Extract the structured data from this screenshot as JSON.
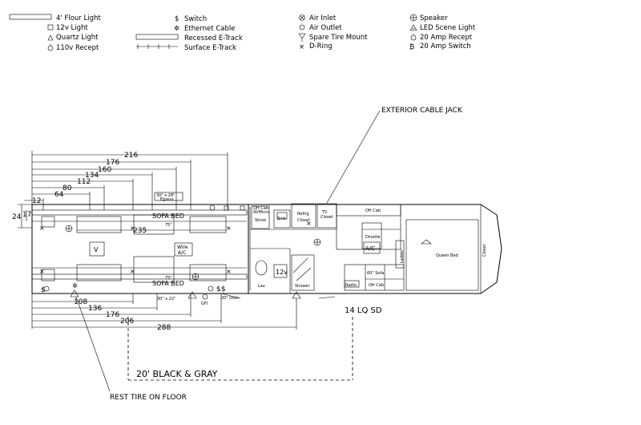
{
  "legend": {
    "col1": [
      "4' Flour Light",
      "12v Light",
      "Quartz Light",
      "110v Recept"
    ],
    "col2": [
      "Switch",
      "Ethernet Cable",
      "Recessed E-Track",
      "Surface E-Track"
    ],
    "col3": [
      "Air Inlet",
      "Air Outlet",
      "Spare Tire Mount",
      "D-Ring"
    ],
    "col4": [
      "Speaker",
      "LED Scene Light",
      "20 Amp Recept",
      "20 Amp Switch"
    ]
  },
  "annotations": {
    "exterior_cable_jack": "EXTERIOR CABLE JACK",
    "rest_tire": "REST TIRE ON FLOOR",
    "model": "14 LQ SD",
    "trailer_type": "20' BLACK & GRAY"
  },
  "dimensions": {
    "top": [
      "216",
      "176",
      "160",
      "134",
      "112",
      "80",
      "64",
      "12"
    ],
    "side_24": "24",
    "side_17": "17",
    "center": "235",
    "bottom": [
      "108",
      "136",
      "176",
      "206",
      "288"
    ]
  },
  "room_labels": {
    "egress": "30\" x 28\"",
    "egress_word": "Egress",
    "sofa_bed_top": "SOFA BED",
    "sofa_bed_top_len": "75\"",
    "sofa_bed_bottom": "SOFA BED",
    "sofa_bed_bottom_len": "75\"",
    "wire_ac_1": "Wire",
    "wire_ac_2": "A/C",
    "v_box": "V",
    "door_30x22": "30\" x 22\"",
    "gfi": "GFI",
    "door_20": "20\" Door",
    "oh_cab_micro_1": "OH Cab",
    "oh_cab_micro_2": "W/Micro",
    "stove": "Stove",
    "sink": "Sink",
    "refrig_1": "Refrig",
    "refrig_2": "Closet",
    "tv_closet_1": "TV",
    "tv_closet_2": "Closet",
    "oh_cab_top": "OH Cab",
    "dinette": "Dinette",
    "ac_box": "A/C",
    "ladder": "Ladder",
    "queen_bed": "Queen Bed",
    "closet": "Closet",
    "box_12v": "12v",
    "lav": "Lav",
    "shower": "Shower",
    "sofa_60": "60\" Sofa",
    "oh_cab_bottom": "OH Cab",
    "radio": "Radio"
  }
}
